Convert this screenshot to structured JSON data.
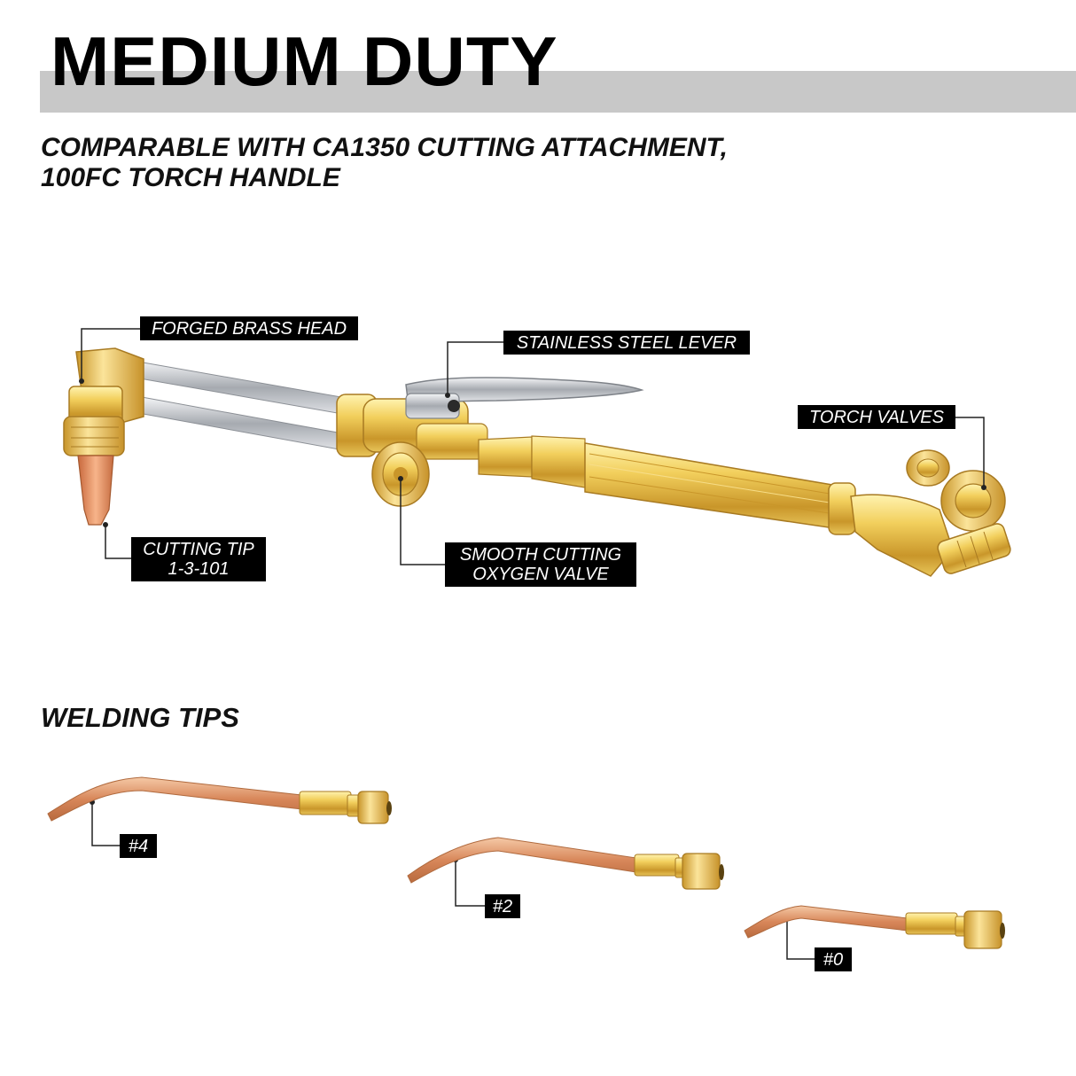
{
  "header": {
    "title": "MEDIUM DUTY",
    "subtitle_line1": "COMPARABLE WITH CA1350 CUTTING ATTACHMENT,",
    "subtitle_line2": "100FC TORCH HANDLE"
  },
  "callouts": {
    "forged_head": "FORGED BRASS HEAD",
    "lever": "STAINLESS STEEL LEVER",
    "torch_valves": "TORCH VALVES",
    "cutting_tip_line1": "CUTTING TIP",
    "cutting_tip_line2": "1-3-101",
    "oxygen_valve_line1": "SMOOTH CUTTING",
    "oxygen_valve_line2": "OXYGEN VALVE"
  },
  "welding": {
    "heading": "WELDING TIPS",
    "tip4": "#4",
    "tip2": "#2",
    "tip0": "#0"
  },
  "colors": {
    "brass": "#e8c24a",
    "copper": "#d88a5a",
    "steel": "#b8bcc2",
    "title_bar": "#c8c8c8"
  }
}
